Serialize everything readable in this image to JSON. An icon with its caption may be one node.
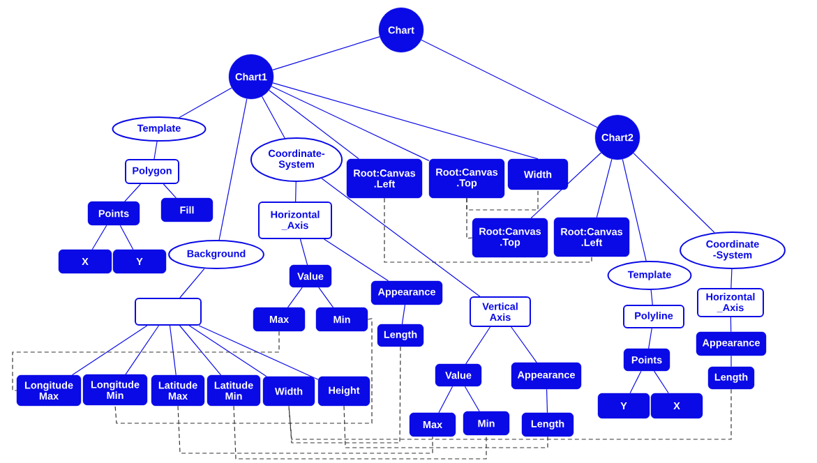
{
  "diagram": {
    "nodes": [
      {
        "text": [
          "Chart"
        ]
      },
      {
        "text": [
          "Chart1"
        ]
      },
      {
        "text": [
          "Chart2"
        ]
      },
      {
        "text": [
          "Template"
        ]
      },
      {
        "text": [
          "Polygon"
        ]
      },
      {
        "text": [
          "Points"
        ]
      },
      {
        "text": [
          "Fill"
        ]
      },
      {
        "text": [
          "X"
        ]
      },
      {
        "text": [
          "Y"
        ]
      },
      {
        "text": [
          "Background"
        ]
      },
      {
        "text": [],
        "shape": "box"
      },
      {
        "text": [
          "Coordinate- System"
        ]
      },
      {
        "text": [
          "Horizontal _Axis"
        ]
      },
      {
        "text": [
          "Value"
        ]
      },
      {
        "text": [
          "Max"
        ]
      },
      {
        "text": [
          "Min"
        ]
      },
      {
        "text": [
          "Appearance"
        ]
      },
      {
        "text": [
          "Length"
        ]
      },
      {
        "text": [
          "Vertical Axis"
        ]
      },
      {
        "text": [
          "Value"
        ]
      },
      {
        "text": [
          "Appearance"
        ]
      },
      {
        "text": [
          "Max"
        ]
      },
      {
        "text": [
          "Min"
        ]
      },
      {
        "text": [
          "Length"
        ]
      },
      {
        "text": [
          "Longitude Max"
        ]
      },
      {
        "text": [
          "Longitude Min"
        ]
      },
      {
        "text": [
          "Latitude Max"
        ]
      },
      {
        "text": [
          "Latitude Min"
        ]
      },
      {
        "text": [
          "Width"
        ]
      },
      {
        "text": [
          "Height"
        ]
      },
      {
        "text": [
          "Root:Canvas .Left"
        ]
      },
      {
        "text": [
          "Root:Canvas .Top"
        ]
      },
      {
        "text": [
          "Width"
        ]
      },
      {
        "text": [
          "Root:Canvas .Top"
        ]
      },
      {
        "text": [
          "Root:Canvas .Left"
        ]
      },
      {
        "text": [
          "Template"
        ]
      },
      {
        "text": [
          "Polyline"
        ]
      },
      {
        "text": [
          "Points"
        ]
      },
      {
        "text": [
          "Y"
        ]
      },
      {
        "text": [
          "X"
        ]
      },
      {
        "text": [
          "Coordinate -System"
        ]
      },
      {
        "text": [
          "Horizontal _Axis"
        ]
      },
      {
        "text": [
          "Appearance"
        ]
      },
      {
        "text": [
          "Length"
        ]
      }
    ],
    "edges": [
      {
        "from": 0,
        "to": 1,
        "arrow": "none"
      },
      {
        "from": 0,
        "to": 2,
        "arrow": "none"
      },
      {
        "from": 1,
        "to": 3,
        "arrow": "none"
      },
      {
        "from": 1,
        "to": 9,
        "arrow": "none"
      },
      {
        "from": 1,
        "to": 11,
        "arrow": "none"
      },
      {
        "from": 1,
        "to": 30,
        "arrow": "none"
      },
      {
        "from": 1,
        "to": 31,
        "arrow": "none"
      },
      {
        "from": 1,
        "to": 32,
        "arrow": "none"
      },
      {
        "from": 3,
        "to": 4,
        "arrow": "none"
      },
      {
        "from": 4,
        "to": 5,
        "arrow": "none"
      },
      {
        "from": 4,
        "to": 6,
        "arrow": "none"
      },
      {
        "from": 5,
        "to": 7,
        "arrow": "none"
      },
      {
        "from": 5,
        "to": 8,
        "arrow": "none"
      },
      {
        "from": 9,
        "to": 10,
        "arrow": "none"
      },
      {
        "from": 10,
        "to": 24,
        "arrow": "none"
      },
      {
        "from": 10,
        "to": 25,
        "arrow": "none"
      },
      {
        "from": 10,
        "to": 26,
        "arrow": "none"
      },
      {
        "from": 10,
        "to": 27,
        "arrow": "none"
      },
      {
        "from": 10,
        "to": 28,
        "arrow": "none"
      },
      {
        "from": 10,
        "to": 29,
        "arrow": "none"
      },
      {
        "from": 11,
        "to": 12,
        "arrow": "none"
      },
      {
        "from": 11,
        "to": 18,
        "arrow": "none"
      },
      {
        "from": 12,
        "to": 13,
        "arrow": "none"
      },
      {
        "from": 12,
        "to": 16,
        "arrow": "none"
      },
      {
        "from": 13,
        "to": 14,
        "arrow": "none"
      },
      {
        "from": 13,
        "to": 15,
        "arrow": "none"
      },
      {
        "from": 16,
        "to": 17,
        "arrow": "none"
      },
      {
        "from": 18,
        "to": 19,
        "arrow": "none"
      },
      {
        "from": 18,
        "to": 20,
        "arrow": "none"
      },
      {
        "from": 19,
        "to": 21,
        "arrow": "none"
      },
      {
        "from": 19,
        "to": 22,
        "arrow": "none"
      },
      {
        "from": 20,
        "to": 23,
        "arrow": "none"
      },
      {
        "from": 2,
        "to": 33,
        "arrow": "none"
      },
      {
        "from": 2,
        "to": 34,
        "arrow": "none"
      },
      {
        "from": 2,
        "to": 35,
        "arrow": "none"
      },
      {
        "from": 2,
        "to": 40,
        "arrow": "none"
      },
      {
        "from": 35,
        "to": 36,
        "arrow": "none"
      },
      {
        "from": 36,
        "to": 37,
        "arrow": "none"
      },
      {
        "from": 37,
        "to": 38,
        "arrow": "none"
      },
      {
        "from": 37,
        "to": 39,
        "arrow": "none"
      },
      {
        "from": 40,
        "to": 41,
        "arrow": "none"
      },
      {
        "from": 41,
        "to": 42,
        "arrow": "none"
      },
      {
        "from": 42,
        "to": 43,
        "arrow": "none"
      },
      {
        "from": 14,
        "to": 24,
        "arrow": "none",
        "style": "dashed",
        "color": "#333333"
      },
      {
        "from": 15,
        "to": 25,
        "arrow": "none",
        "style": "dashed",
        "color": "#333333"
      },
      {
        "from": 17,
        "to": 28,
        "arrow": "none",
        "style": "dashed",
        "color": "#333333"
      },
      {
        "from": 43,
        "to": 28,
        "arrow": "none",
        "style": "dashed",
        "color": "#333333"
      },
      {
        "from": 29,
        "to": 23,
        "arrow": "none",
        "style": "dashed",
        "color": "#333333"
      },
      {
        "from": 26,
        "to": 21,
        "arrow": "none",
        "style": "dashed",
        "color": "#333333"
      },
      {
        "from": 27,
        "to": 22,
        "arrow": "none",
        "style": "dashed",
        "color": "#333333"
      },
      {
        "from": 30,
        "to": 34,
        "arrow": "none",
        "style": "dashed",
        "color": "#333333"
      },
      {
        "from": 31,
        "to": 32,
        "arrow": "none",
        "style": "dashed",
        "color": "#333333"
      },
      {
        "from": 31,
        "to": 33,
        "arrow": "none",
        "style": "dashed",
        "color": "#333333"
      }
    ]
  }
}
